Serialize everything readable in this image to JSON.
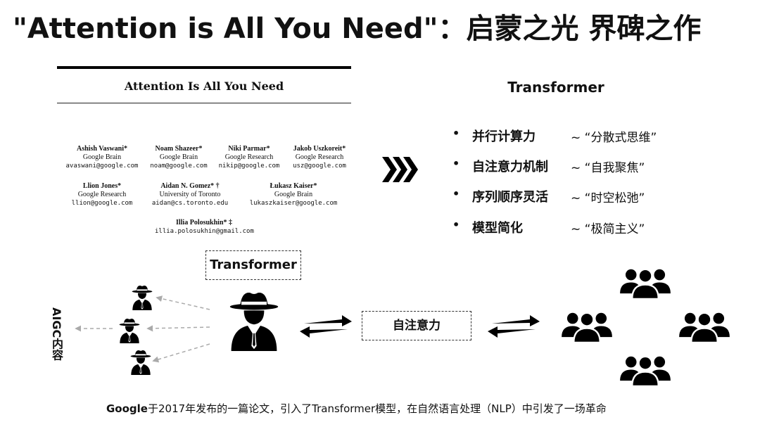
{
  "slide": {
    "title": "\"Attention is All You Need\"：启蒙之光  界碑之作"
  },
  "paper": {
    "title": "Attention Is All You Need",
    "authors": [
      {
        "name": "Ashish Vaswani*",
        "affiliation": "Google Brain",
        "email": "avaswani@google.com"
      },
      {
        "name": "Noam Shazeer*",
        "affiliation": "Google Brain",
        "email": "noam@google.com"
      },
      {
        "name": "Niki Parmar*",
        "affiliation": "Google Research",
        "email": "nikip@google.com"
      },
      {
        "name": "Jakob Uszkoreit*",
        "affiliation": "Google Research",
        "email": "usz@google.com"
      },
      {
        "name": "Llion Jones*",
        "affiliation": "Google Research",
        "email": "llion@google.com"
      },
      {
        "name": "Aidan N. Gomez* †",
        "affiliation": "University of Toronto",
        "email": "aidan@cs.toronto.edu"
      },
      {
        "name": "Łukasz Kaiser*",
        "affiliation": "Google Brain",
        "email": "lukaszkaiser@google.com"
      },
      {
        "name": "Illia Polosukhin* ‡",
        "affiliation": "",
        "email": "illia.polosukhin@gmail.com"
      }
    ]
  },
  "transformer": {
    "heading": "Transformer",
    "bullet_symbol": "•",
    "features": [
      {
        "term": "并行计算力",
        "desc": "~ “分散式思维”"
      },
      {
        "term": "自注意力机制",
        "desc": "~ “自我聚焦”"
      },
      {
        "term": "序列顺序灵活",
        "desc": "~ “时空松弛”"
      },
      {
        "term": "模型简化",
        "desc": "~ “极简主义”"
      }
    ],
    "arrow_icon": "triple-chevron-right-icon"
  },
  "diagram": {
    "aigc_label": "AIGC内容",
    "transformer_box": "Transformer",
    "attention_box": "自注意力",
    "icons": [
      "spy-icon",
      "users-group-icon",
      "swap-arrows-icon"
    ]
  },
  "caption": {
    "brand": "Google",
    "text": "于2017年发布的一篇论文，引入了Transformer模型，在自然语言处理（NLP）中引发了一场革命"
  }
}
